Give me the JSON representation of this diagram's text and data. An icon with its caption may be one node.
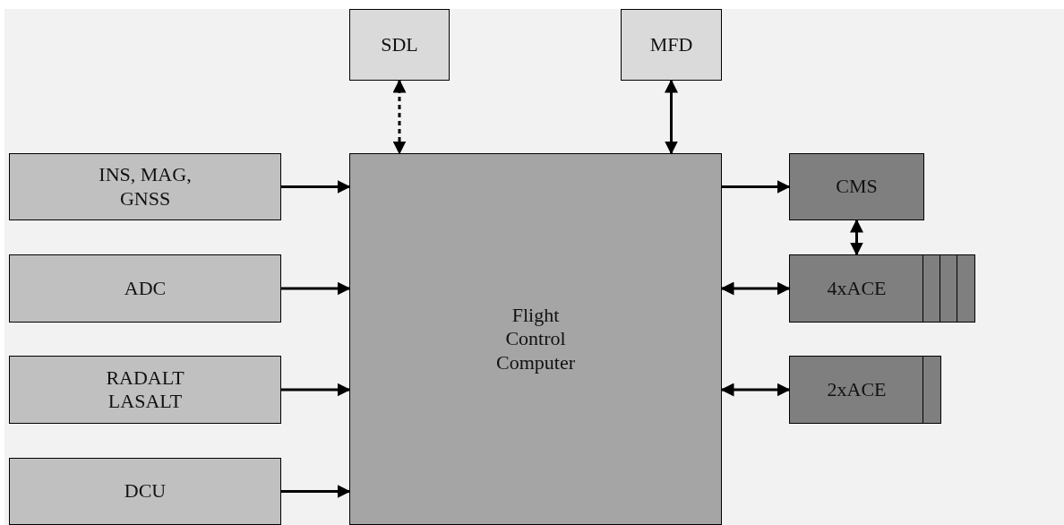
{
  "diagram": {
    "nodes": [
      {
        "text": [
          "SDL"
        ]
      },
      {
        "text": [
          "MFD"
        ]
      },
      {
        "text": [
          "INS, MAG, GNSS"
        ]
      },
      {
        "text": [
          "ADC"
        ]
      },
      {
        "text": [
          "RADALT LASALT"
        ]
      },
      {
        "text": [
          "DCU"
        ]
      },
      {
        "text": [
          "Flight Control Computer"
        ]
      },
      {
        "text": [
          "CMS"
        ]
      },
      {
        "text": [
          "4xACE"
        ]
      },
      {
        "text": [
          "2xACE"
        ]
      }
    ],
    "edges": [
      {
        "from": 0,
        "to": 6,
        "arrow": "both",
        "style": "dashed"
      },
      {
        "from": 1,
        "to": 6,
        "arrow": "both"
      },
      {
        "from": 2,
        "to": 6,
        "arrow": "to"
      },
      {
        "from": 3,
        "to": 6,
        "arrow": "to"
      },
      {
        "from": 4,
        "to": 6,
        "arrow": "to"
      },
      {
        "from": 5,
        "to": 6,
        "arrow": "to"
      },
      {
        "from": 6,
        "to": 7,
        "arrow": "to"
      },
      {
        "from": 7,
        "to": 8,
        "arrow": "both"
      },
      {
        "from": 6,
        "to": 8,
        "arrow": "both"
      },
      {
        "from": 6,
        "to": 9,
        "arrow": "both"
      }
    ]
  }
}
